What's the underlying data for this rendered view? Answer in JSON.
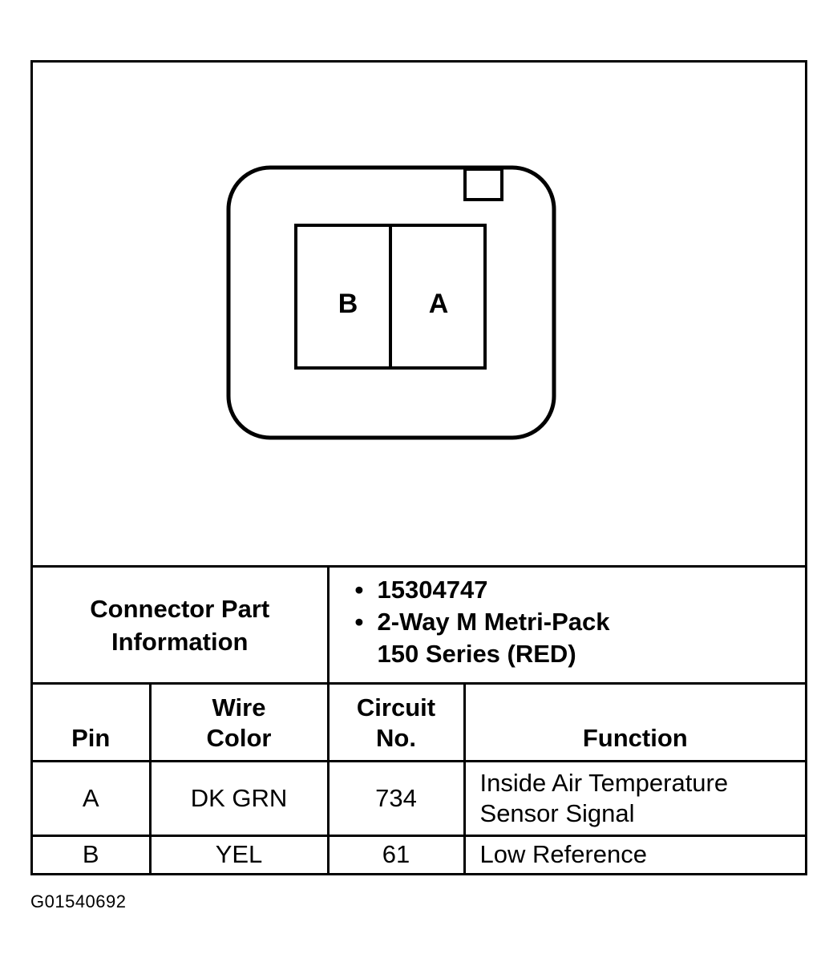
{
  "connector": {
    "pins": [
      {
        "label": "B"
      },
      {
        "label": "A"
      }
    ]
  },
  "part_info": {
    "label_line1": "Connector Part",
    "label_line2": "Information",
    "items": [
      {
        "line1": "15304747"
      },
      {
        "line1": "2-Way M Metri-Pack",
        "line2": "150 Series (RED)"
      }
    ]
  },
  "table": {
    "headers": {
      "pin": "Pin",
      "wire_color_line1": "Wire",
      "wire_color_line2": "Color",
      "circuit_line1": "Circuit",
      "circuit_line2": "No.",
      "function": "Function"
    },
    "rows": [
      {
        "pin": "A",
        "wire_color": "DK GRN",
        "circuit": "734",
        "function_line1": "Inside Air Temperature",
        "function_line2": "Sensor Signal"
      },
      {
        "pin": "B",
        "wire_color": "YEL",
        "circuit": "61",
        "function_line1": "Low Reference",
        "function_line2": ""
      }
    ]
  },
  "figure_id": "G01540692"
}
